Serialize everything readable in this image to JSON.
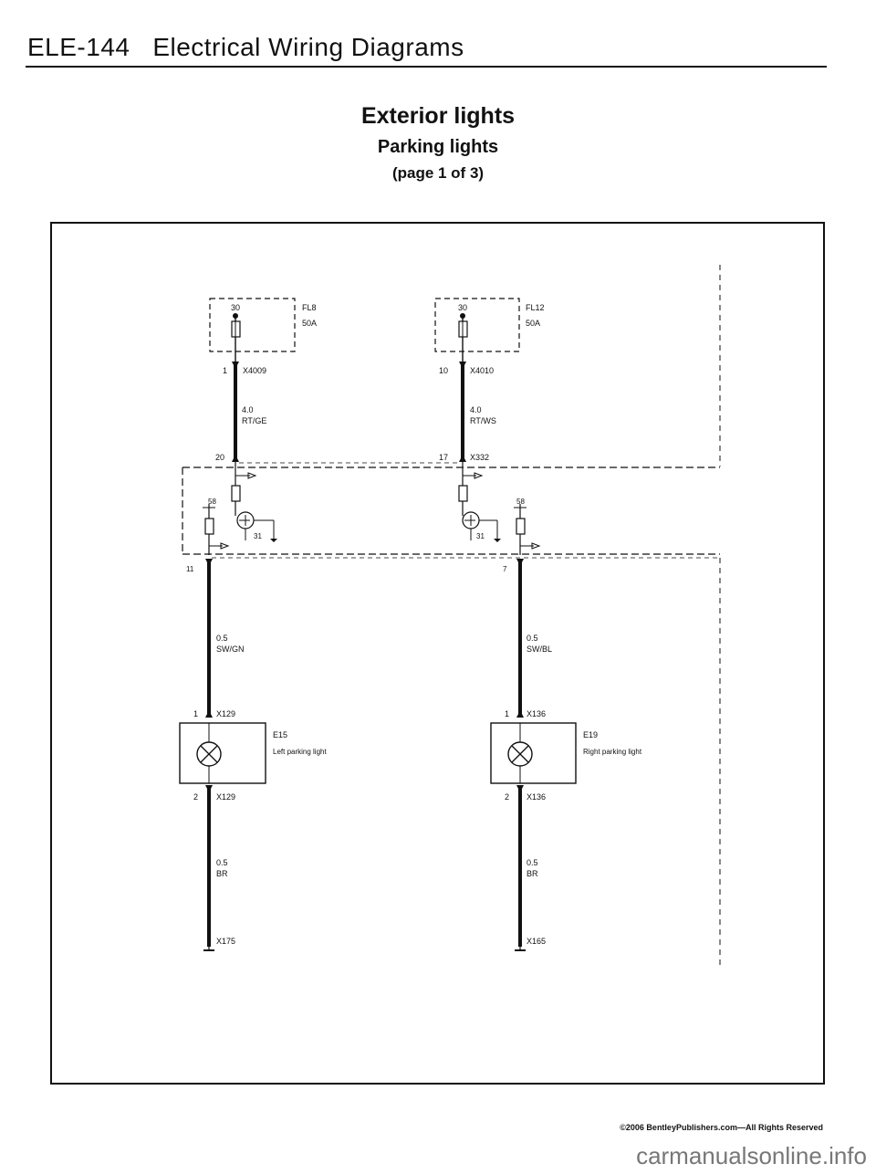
{
  "page_header": {
    "code": "ELE-144",
    "section": "Electrical Wiring Diagrams"
  },
  "title": {
    "main": "Exterior lights",
    "sub": "Parking lights",
    "page": "(page 1 of 3)"
  },
  "left_circuit": {
    "fuse_terminal": "30",
    "fuse_id": "FL8",
    "fuse_rating": "50A",
    "conn1_pin": "1",
    "conn1_id": "X4009",
    "wire1_size": "4.0",
    "wire1_color": "RT/GE",
    "module_pin_in": "20",
    "relay_terminal": "58",
    "ground_terminal": "31",
    "module_pin_out": "11",
    "wire2_size": "0.5",
    "wire2_color": "SW/GN",
    "lamp_pin_in": "1",
    "lamp_conn_in": "X129",
    "lamp_id": "E15",
    "lamp_name": "Left parking light",
    "lamp_pin_out": "2",
    "lamp_conn_out": "X129",
    "wire3_size": "0.5",
    "wire3_color": "BR",
    "ground_id": "X175"
  },
  "right_circuit": {
    "fuse_terminal": "30",
    "fuse_id": "FL12",
    "fuse_rating": "50A",
    "conn1_pin": "10",
    "conn1_id": "X4010",
    "wire1_size": "4.0",
    "wire1_color": "RT/WS",
    "module_pin_in": "17",
    "module_id": "X332",
    "relay_terminal": "58",
    "ground_terminal": "31",
    "module_pin_out": "7",
    "wire2_size": "0.5",
    "wire2_color": "SW/BL",
    "lamp_pin_in": "1",
    "lamp_conn_in": "X136",
    "lamp_id": "E19",
    "lamp_name": "Right  parking light",
    "lamp_pin_out": "2",
    "lamp_conn_out": "X136",
    "wire3_size": "0.5",
    "wire3_color": "BR",
    "ground_id": "X165"
  },
  "footer": {
    "copyright": "©2006 BentleyPublishers.com—All Rights Reserved",
    "watermark": "carmanualsonline.info"
  }
}
